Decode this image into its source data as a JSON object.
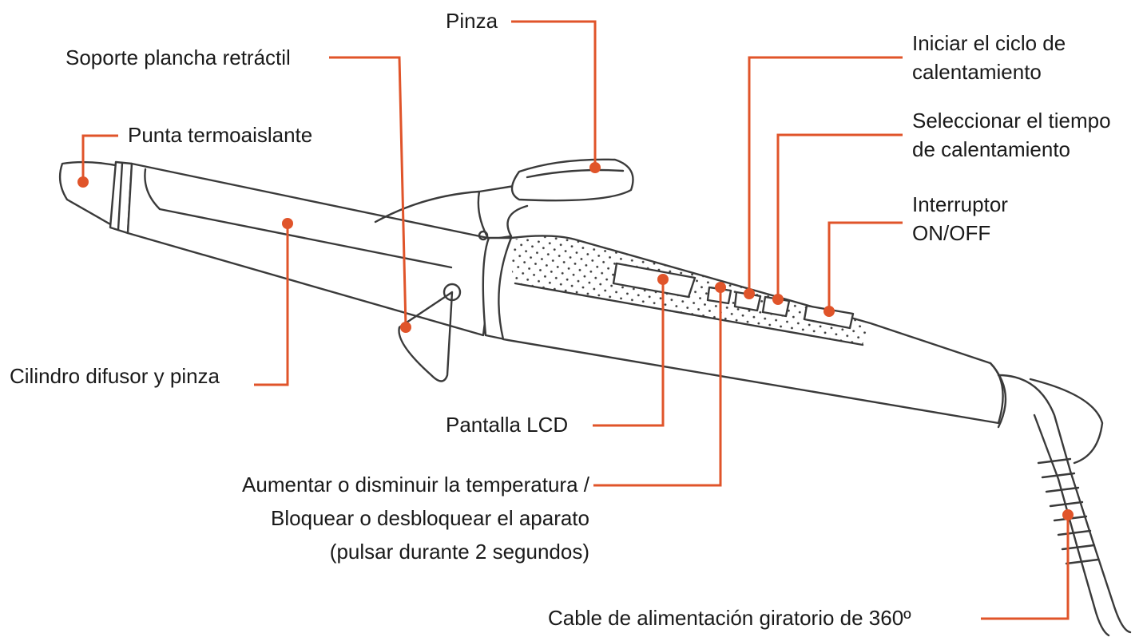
{
  "colors": {
    "accent": "#e0542a",
    "outline": "#3a3a3a",
    "text": "#1a1a1a",
    "background": "#ffffff"
  },
  "labels": {
    "pinza": "Pinza",
    "soporte": "Soporte plancha retráctil",
    "punta": "Punta termoaislante",
    "cilindro": "Cilindro difusor y pinza",
    "iniciar_1": "Iniciar el ciclo de",
    "iniciar_2": "calentamiento",
    "seleccionar_1": "Seleccionar el tiempo",
    "seleccionar_2": "de calentamiento",
    "interruptor_1": "Interruptor",
    "interruptor_2": "ON/OFF",
    "pantalla": "Pantalla LCD",
    "aumentar_1": "Aumentar o disminuir la temperatura /",
    "aumentar_2": "Bloquear o desbloquear el aparato",
    "aumentar_3": "(pulsar durante 2 segundos)",
    "cable": "Cable de alimentación giratorio de 360º"
  }
}
